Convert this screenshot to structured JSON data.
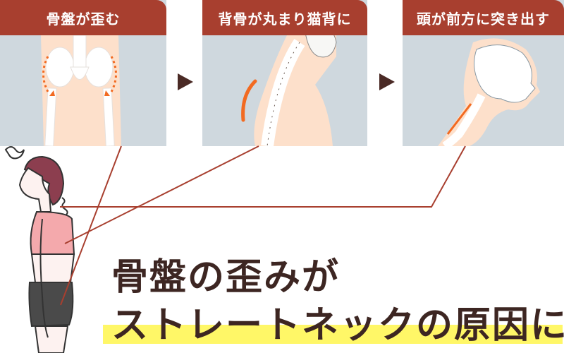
{
  "panels": [
    {
      "title": "骨盤が歪む",
      "illustration": "pelvis-skeleton"
    },
    {
      "title": "背骨が丸まり猫背に",
      "illustration": "curved-spine-skeleton"
    },
    {
      "title": "頭が前方に突き出す",
      "illustration": "forward-head-skull"
    }
  ],
  "arrows": [
    "play-arrow",
    "play-arrow"
  ],
  "headline": {
    "line1": "骨盤の歪みが",
    "line2": "ストレートネックの原因に"
  },
  "figure": {
    "description": "woman-side-view-posture"
  },
  "colors": {
    "header_bg": "#a83f2f",
    "panel_bg": "#cfd8de",
    "skin": "#fde0cb",
    "accent_orange": "#f26a21",
    "connector_line": "#a83f2f",
    "headline_text": "#3d2622",
    "highlight": "#fff767",
    "arrow": "#4a2a25"
  }
}
